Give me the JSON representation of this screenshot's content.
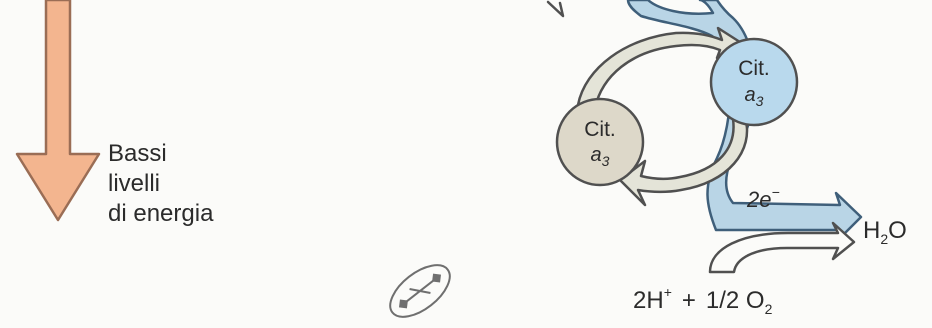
{
  "energy": {
    "line1": "Bassi",
    "line2": "livelli",
    "line3": "di energia"
  },
  "cytochromes": {
    "left": {
      "name": "Cit.",
      "base": "a",
      "sub": "3"
    },
    "right": {
      "name": "Cit.",
      "base": "a",
      "sub": "3"
    }
  },
  "electrons": {
    "coef": "2",
    "symbol": "e",
    "charge": "−"
  },
  "products": {
    "water_base": "H",
    "water_sub": "2",
    "water_end": "O"
  },
  "reactants": {
    "protons": "2H",
    "proton_charge": "+",
    "plus": "+",
    "oxygen": "1/2 O",
    "oxygen_sub": "2"
  },
  "colors": {
    "energy_arrow_fill": "#f3b58f",
    "energy_arrow_stroke": "#9a6d55",
    "electron_flow_fill": "#b9d5e6",
    "electron_flow_stroke": "#3f5f7a",
    "cycle_arrow_fill": "#e4e4d8",
    "cycle_arrow_stroke": "#505050",
    "cit_left_fill": "#ddd8c9",
    "cit_right_fill": "#b9d9ed",
    "reactant_arrow_fill": "#fbfbf9"
  }
}
